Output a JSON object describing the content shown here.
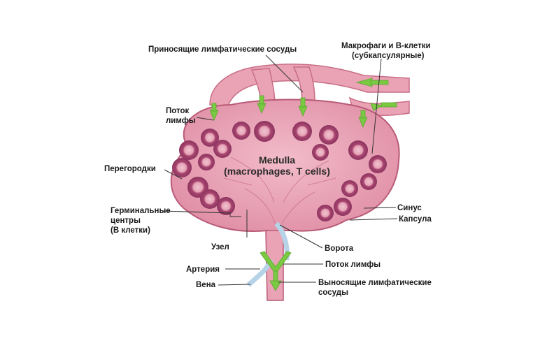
{
  "diagram": {
    "center_label_line1": "Medulla",
    "center_label_line2": "(macrophages, T cells)",
    "labels": {
      "afferent": "Приносящие лимфатические сосуды",
      "macrophages_line1": "Макрофаги и В-клетки",
      "macrophages_line2": "(субкапсулярные)",
      "lymph_flow_top_line1": "Поток",
      "lymph_flow_top_line2": "лимфы",
      "septa": "Перегородки",
      "germinal_line1": "Герминальные",
      "germinal_line2": "центры",
      "germinal_line3": "(В клетки)",
      "node": "Узел",
      "sinus": "Синус",
      "capsule": "Капсула",
      "hilum": "Ворота",
      "lymph_flow_bottom": "Поток лимфы",
      "artery": "Артерия",
      "vein": "Вена",
      "efferent_line1": "Выносящие лимфатические",
      "efferent_line2": "сосуды"
    },
    "colors": {
      "tissue": "#e9a3b4",
      "tissue_dark": "#c86d86",
      "follicle": "#b2537a",
      "follicle_center": "#d58ba4",
      "arrow": "#7ac943",
      "vessel_blue": "#b7d3e8"
    }
  }
}
